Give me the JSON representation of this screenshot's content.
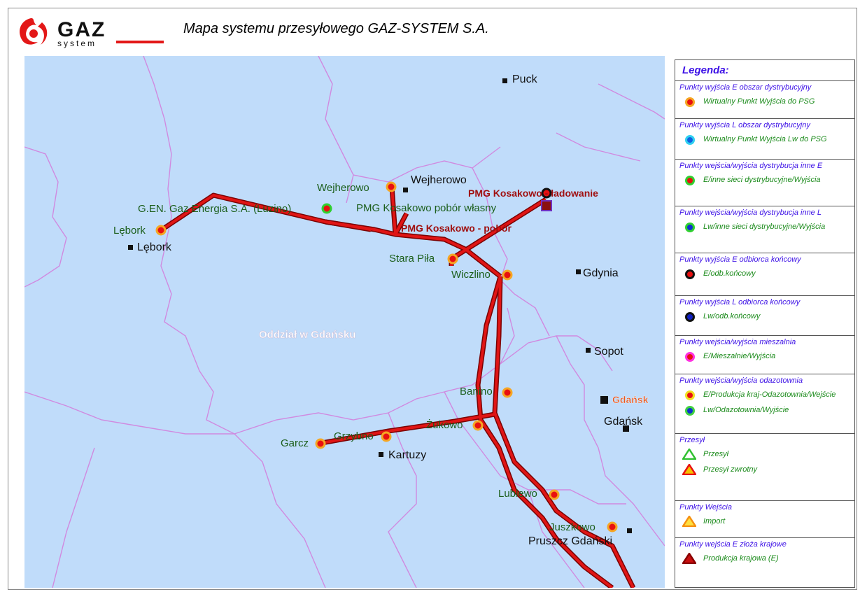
{
  "header": {
    "logo_text": "GAZ",
    "logo_subtext": "system",
    "title": "Mapa systemu przesyłowego GAZ-SYSTEM S.A."
  },
  "colors": {
    "water": "#c0dcfa",
    "land": "#ffffff",
    "border": "#d08ae0",
    "pipeline": "#d41010",
    "label_green": "#1b5e1b",
    "label_darkred": "#a01010",
    "legend_blue": "#3c10e6",
    "legend_green": "#1a8a1a"
  },
  "map": {
    "region_label": "Oddział w Gdańsku",
    "cities": {
      "puck": "Puck",
      "wejherowo": "Wejherowo",
      "lebork": "Lębork",
      "gdynia": "Gdynia",
      "sopot": "Sopot",
      "gdansk_bold": "Gdańsk",
      "gdansk": "Gdańsk",
      "kartuzy": "Kartuzy",
      "pruszcz": "Pruszcz Gdański"
    },
    "stations": {
      "wejherowo": "Wejherowo",
      "gen_gaz": "G.EN. Gaz Energia S.A. (Luzino)",
      "lebork": "Lębork",
      "pmg_wlasny": "PMG Kosakowo  pobór własny",
      "pmg_ladowanie": "PMG Kosakowo - ładowanie",
      "pmg_pobor": "PMG Kosakowo - pobór",
      "stara_pila": "Stara Piła",
      "wiczlino": "Wiczlino",
      "banino": "Banino",
      "zukowo": "Żukowo",
      "grzybno": "Grzybno",
      "garcz": "Garcz",
      "lublewo": "Lublewo",
      "juszkowo": "Juszkowo"
    }
  },
  "legend": {
    "title": "Legenda:",
    "sections": [
      {
        "title": "Punkty wyjścia E obszar dystrybucyjny",
        "items": [
          {
            "label": "Wirtualny Punkt Wyjścia do PSG",
            "symbol": "dot",
            "fill": "#e81010",
            "ring": "#f5a623"
          }
        ]
      },
      {
        "title": "Punkty wyjścia L obszar dystrybucyjny",
        "items": [
          {
            "label": "Wirtualny Punkt Wyjścia Lw do PSG",
            "symbol": "dot",
            "fill": "#1060e0",
            "ring": "#30d0f0"
          }
        ]
      },
      {
        "title": "Punkty wejścia/wyjścia dystrybucja inne E",
        "items": [
          {
            "label": "E/inne sieci dystrybucyjne/Wyjścia",
            "symbol": "dot",
            "fill": "#e81010",
            "ring": "#30d030"
          }
        ]
      },
      {
        "title": "Punkty wejścia/wyjścia dystrybucja inne L",
        "items": [
          {
            "label": "Lw/inne sieci dystrybucyjne/Wyjścia",
            "symbol": "dot",
            "fill": "#1030d0",
            "ring": "#30d030"
          }
        ]
      },
      {
        "title": "Punkty wyjścia E odbiorca końcowy",
        "items": [
          {
            "label": "E/odb.końcowy",
            "symbol": "dot",
            "fill": "#e81010",
            "ring": "#111111"
          }
        ]
      },
      {
        "title": "Punkty wyjścia L odbiorca końcowy",
        "items": [
          {
            "label": "Lw/odb.końcowy",
            "symbol": "dot",
            "fill": "#1020c0",
            "ring": "#111111"
          }
        ]
      },
      {
        "title": "Punkty wejścia/wyjścia mieszalnia",
        "items": [
          {
            "label": "E/Mieszalnie/Wyjścia",
            "symbol": "dot",
            "fill": "#e81010",
            "ring": "#ff30e0"
          }
        ]
      },
      {
        "title": "Punkty wejścia/wyjścia odazotownia",
        "items": [
          {
            "label": "E/Produkcja kraj-Odazotownia/Wejście",
            "symbol": "dot",
            "fill": "#e81010",
            "ring": "#f0e020"
          },
          {
            "label": "Lw/Odazotownia/Wyjście",
            "symbol": "dot",
            "fill": "#1030d0",
            "ring": "#40d040"
          }
        ]
      },
      {
        "title": "Przesył",
        "items": [
          {
            "label": "Przesył",
            "symbol": "tri",
            "fill": "#ffffff",
            "ring": "#30c030"
          },
          {
            "label": "Przesył zwrotny",
            "symbol": "tri",
            "fill": "#ffffff",
            "ring": "#e81010",
            "inner": "#f5c000"
          }
        ]
      },
      {
        "title": "Punkty Wejścia",
        "items": [
          {
            "label": "Import",
            "symbol": "tri",
            "fill": "#ffe040",
            "ring": "#f59010"
          }
        ]
      },
      {
        "title": "Punkty wejścia E złoża krajowe",
        "items": [
          {
            "label": "Produkcja krajowa (E)",
            "symbol": "tri",
            "fill": "#c81010",
            "ring": "#8a0000"
          }
        ]
      }
    ]
  }
}
